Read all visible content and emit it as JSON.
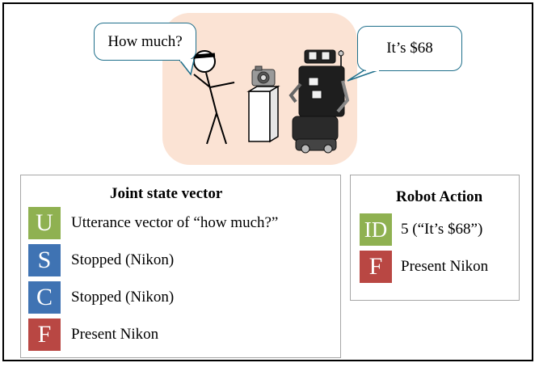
{
  "scene": {
    "human_utterance": "How much?",
    "robot_utterance": "It’s $68"
  },
  "joint_state": {
    "title": "Joint state vector",
    "rows": [
      {
        "badge": "U",
        "color": "#8fb151",
        "label": "Utterance vector of “how much?”"
      },
      {
        "badge": "S",
        "color": "#3f73b3",
        "label": "Stopped (Nikon)"
      },
      {
        "badge": "C",
        "color": "#3f73b3",
        "label": "Stopped (Nikon)"
      },
      {
        "badge": "F",
        "color": "#b94743",
        "label": "Present Nikon"
      }
    ]
  },
  "robot_action": {
    "title": "Robot Action",
    "rows": [
      {
        "badge": "ID",
        "color": "#8fb151",
        "label": "5 (“It’s $68”)"
      },
      {
        "badge": "F",
        "color": "#b94743",
        "label": "Present Nikon"
      }
    ]
  }
}
